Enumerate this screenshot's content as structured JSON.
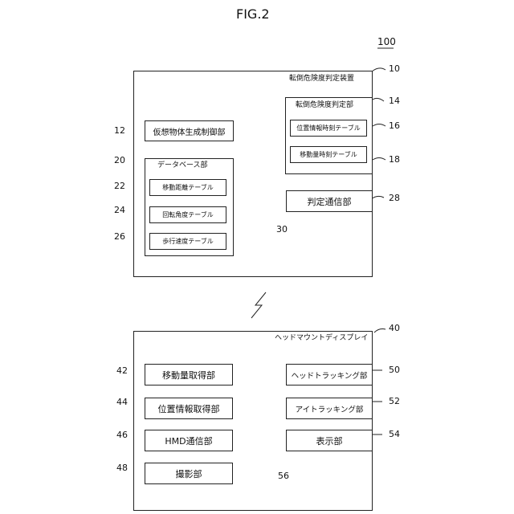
{
  "figure": {
    "title": "FIG.2",
    "system_ref": "100"
  },
  "device": {
    "label": "転倒危険度判定装置",
    "ref": "10",
    "virtual_control": {
      "label": "仮想物体生成制御部",
      "ref": "12"
    },
    "judgement_unit": {
      "label": "転倒危険度判定部",
      "ref": "14",
      "position_table": {
        "label": "位置情報時刻テーブル",
        "ref": "16"
      },
      "movement_table": {
        "label": "移動量時刻テーブル",
        "ref": "18"
      }
    },
    "database": {
      "label": "データベース部",
      "ref": "20",
      "distance_table": {
        "label": "移動距離テーブル",
        "ref": "22"
      },
      "rotation_table": {
        "label": "回転角度テーブル",
        "ref": "24"
      },
      "walking_table": {
        "label": "歩行速度テーブル",
        "ref": "26"
      }
    },
    "comm": {
      "label": "判定通信部",
      "ref": "28"
    },
    "bus_ref": "30"
  },
  "hmd": {
    "label": "ヘッドマウントディスプレイ",
    "ref": "40",
    "movement_acq": {
      "label": "移動量取得部",
      "ref": "42"
    },
    "position_acq": {
      "label": "位置情報取得部",
      "ref": "44"
    },
    "hmd_comm": {
      "label": "HMD通信部",
      "ref": "46"
    },
    "camera": {
      "label": "撮影部",
      "ref": "48"
    },
    "head_tracking": {
      "label": "ヘッドトラッキング部",
      "ref": "50"
    },
    "eye_tracking": {
      "label": "アイトラッキング部",
      "ref": "52"
    },
    "display": {
      "label": "表示部",
      "ref": "54"
    },
    "bus_ref": "56"
  }
}
